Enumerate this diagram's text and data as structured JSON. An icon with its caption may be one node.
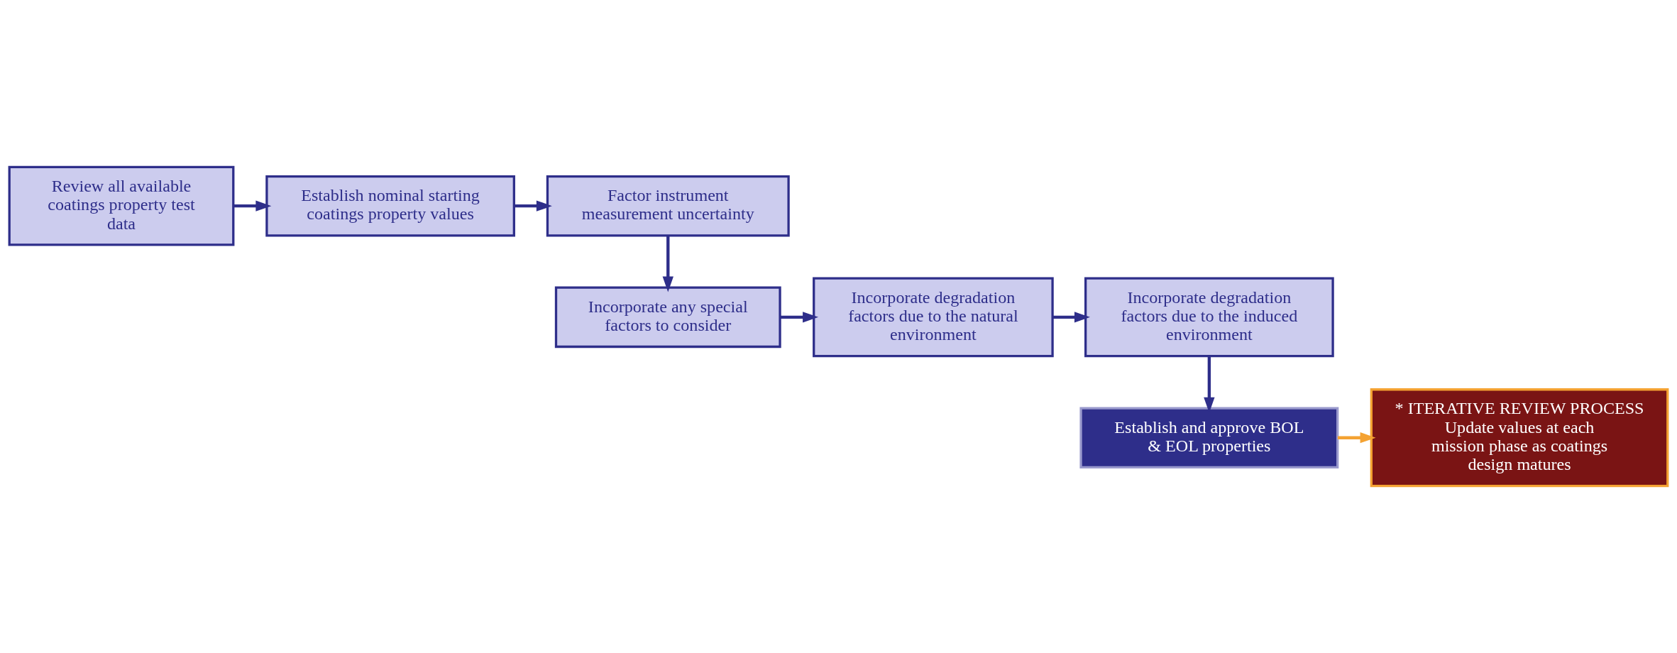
{
  "diagram": {
    "nodes": [
      {
        "text": [
          "Review all available coatings property test data"
        ]
      },
      {
        "text": [
          "Establish nominal starting coatings property values"
        ]
      },
      {
        "text": [
          "Factor instrument measurement uncertainty"
        ]
      },
      {
        "text": [
          "Incorporate degradation factors due to the induced environment"
        ]
      },
      {
        "text": [
          "Incorporate degradation factors due to the natural environment"
        ]
      },
      {
        "text": [
          "Incorporate any special factors to consider"
        ]
      },
      {
        "text": [
          "Establish and approve BOL & EOL properties"
        ]
      },
      {
        "text": [
          "* ITERATIVE REVIEW PROCESS",
          "Update values at each mission phase as coatings design matures"
        ]
      }
    ],
    "edges": [
      {
        "from": 0,
        "to": 1,
        "arrow": "to"
      },
      {
        "from": 1,
        "to": 2,
        "arrow": "to"
      },
      {
        "from": 2,
        "to": 5,
        "arrow": "to"
      },
      {
        "from": 5,
        "to": 4,
        "arrow": "to"
      },
      {
        "from": 4,
        "to": 3,
        "arrow": "to"
      },
      {
        "from": 3,
        "to": 6,
        "arrow": "to"
      },
      {
        "from": 6,
        "to": 7,
        "arrow": "to",
        "color": "#f4a232"
      }
    ]
  }
}
